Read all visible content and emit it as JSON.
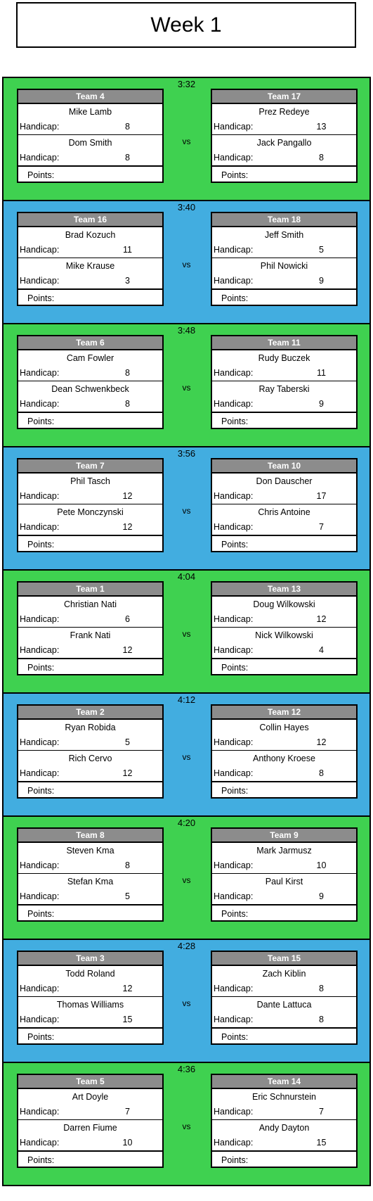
{
  "title": "Week 1",
  "labels": {
    "vs": "vs",
    "handicap": "Handicap:",
    "points": "Points:"
  },
  "colors": {
    "green": "#3fd150",
    "blue": "#42ade0",
    "header": "#8c8c8c"
  },
  "matches": [
    {
      "time": "3:32",
      "color": "green",
      "left": {
        "team": "Team 4",
        "players": [
          {
            "name": "Mike Lamb",
            "handicap": "8"
          },
          {
            "name": "Dom Smith",
            "handicap": "8"
          }
        ]
      },
      "right": {
        "team": "Team 17",
        "players": [
          {
            "name": "Prez Redeye",
            "handicap": "13"
          },
          {
            "name": "Jack Pangallo",
            "handicap": "8"
          }
        ]
      }
    },
    {
      "time": "3:40",
      "color": "blue",
      "left": {
        "team": "Team 16",
        "players": [
          {
            "name": "Brad Kozuch",
            "handicap": "11"
          },
          {
            "name": "Mike Krause",
            "handicap": "3"
          }
        ]
      },
      "right": {
        "team": "Team 18",
        "players": [
          {
            "name": "Jeff Smith",
            "handicap": "5"
          },
          {
            "name": "Phil Nowicki",
            "handicap": "9"
          }
        ]
      }
    },
    {
      "time": "3:48",
      "color": "green",
      "left": {
        "team": "Team 6",
        "players": [
          {
            "name": "Cam Fowler",
            "handicap": "8"
          },
          {
            "name": "Dean Schwenkbeck",
            "handicap": "8"
          }
        ]
      },
      "right": {
        "team": "Team 11",
        "players": [
          {
            "name": "Rudy Buczek",
            "handicap": "11"
          },
          {
            "name": "Ray Taberski",
            "handicap": "9"
          }
        ]
      }
    },
    {
      "time": "3:56",
      "color": "blue",
      "left": {
        "team": "Team 7",
        "players": [
          {
            "name": "Phil Tasch",
            "handicap": "12"
          },
          {
            "name": "Pete Monczynski",
            "handicap": "12"
          }
        ]
      },
      "right": {
        "team": "Team 10",
        "players": [
          {
            "name": "Don Dauscher",
            "handicap": "17"
          },
          {
            "name": "Chris Antoine",
            "handicap": "7"
          }
        ]
      }
    },
    {
      "time": "4:04",
      "color": "green",
      "left": {
        "team": "Team 1",
        "players": [
          {
            "name": "Christian Nati",
            "handicap": "6"
          },
          {
            "name": "Frank Nati",
            "handicap": "12"
          }
        ]
      },
      "right": {
        "team": "Team 13",
        "players": [
          {
            "name": "Doug Wilkowski",
            "handicap": "12"
          },
          {
            "name": "Nick Wilkowski",
            "handicap": "4"
          }
        ]
      }
    },
    {
      "time": "4:12",
      "color": "blue",
      "left": {
        "team": "Team 2",
        "players": [
          {
            "name": "Ryan Robida",
            "handicap": "5"
          },
          {
            "name": "Rich Cervo",
            "handicap": "12"
          }
        ]
      },
      "right": {
        "team": "Team 12",
        "players": [
          {
            "name": "Collin Hayes",
            "handicap": "12"
          },
          {
            "name": "Anthony Kroese",
            "handicap": "8"
          }
        ]
      }
    },
    {
      "time": "4:20",
      "color": "green",
      "left": {
        "team": "Team 8",
        "players": [
          {
            "name": "Steven Kma",
            "handicap": "8"
          },
          {
            "name": "Stefan Kma",
            "handicap": "5"
          }
        ]
      },
      "right": {
        "team": "Team 9",
        "players": [
          {
            "name": "Mark Jarmusz",
            "handicap": "10"
          },
          {
            "name": "Paul Kirst",
            "handicap": "9"
          }
        ]
      }
    },
    {
      "time": "4:28",
      "color": "blue",
      "left": {
        "team": "Team 3",
        "players": [
          {
            "name": "Todd Roland",
            "handicap": "12"
          },
          {
            "name": "Thomas Williams",
            "handicap": "15"
          }
        ]
      },
      "right": {
        "team": "Team 15",
        "players": [
          {
            "name": "Zach Kiblin",
            "handicap": "8"
          },
          {
            "name": "Dante Lattuca",
            "handicap": "8"
          }
        ]
      }
    },
    {
      "time": "4:36",
      "color": "green",
      "left": {
        "team": "Team 5",
        "players": [
          {
            "name": "Art Doyle",
            "handicap": "7"
          },
          {
            "name": "Darren Fiume",
            "handicap": "10"
          }
        ]
      },
      "right": {
        "team": "Team 14",
        "players": [
          {
            "name": "Eric Schnurstein",
            "handicap": "7"
          },
          {
            "name": "Andy Dayton",
            "handicap": "15"
          }
        ]
      }
    }
  ]
}
